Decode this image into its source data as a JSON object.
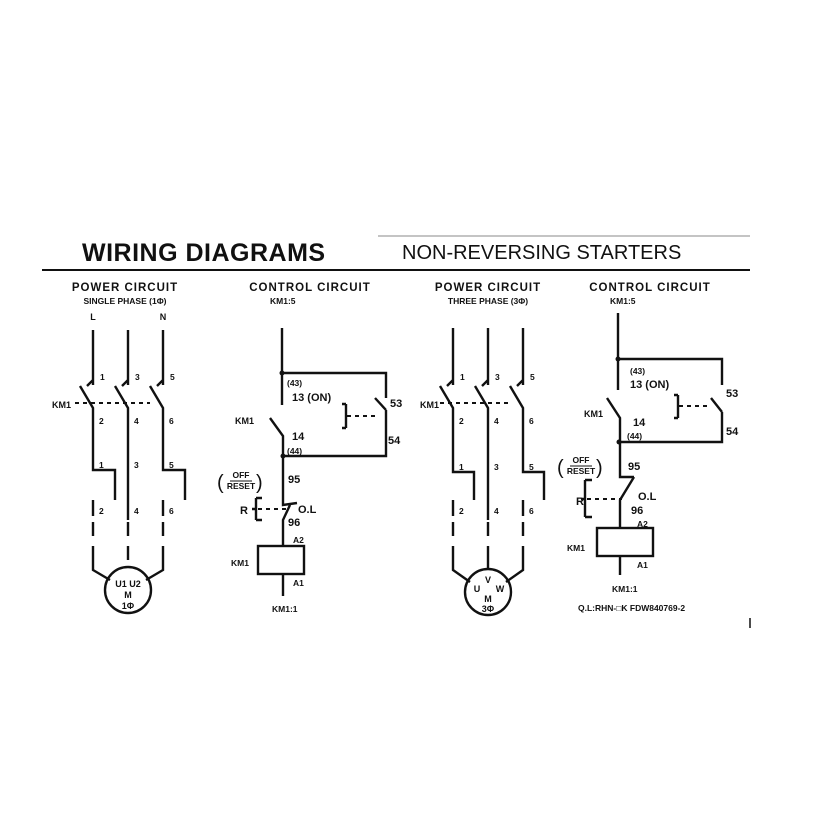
{
  "title": "WIRING DIAGRAMS",
  "subtitle": "NON-REVERSING STARTERS",
  "panels": {
    "power1": {
      "heading": "POWER CIRCUIT",
      "phase": "SINGLE PHASE (1Φ)",
      "left": "L",
      "right": "N",
      "contactor": "KM1",
      "top_terminals": [
        "1",
        "3",
        "5"
      ],
      "mid_terminals": [
        "2",
        "4",
        "6"
      ],
      "ol_top": [
        "1",
        "3",
        "5"
      ],
      "ol_bottom": [
        "2",
        "4",
        "6"
      ],
      "motor": {
        "line1": "U1 U2",
        "line2": "M",
        "line3": "1Φ"
      }
    },
    "control1": {
      "heading": "CONTROL CIRCUIT",
      "supply": "KM1:5",
      "aux_top": "(43)",
      "on_label": "13 (ON)",
      "t53": "53",
      "t54": "54",
      "contactor": "KM1",
      "t14": "14",
      "aux_bottom": "(44)",
      "off_top": "OFF",
      "off_bottom": "RESET",
      "reset": "R",
      "t95": "95",
      "ol": "O.L",
      "t96": "96",
      "a2": "A2",
      "coil": "KM1",
      "a1": "A1",
      "return": "KM1:1"
    },
    "power3": {
      "heading": "POWER CIRCUIT",
      "phase": "THREE PHASE (3Φ)",
      "contactor": "KM1",
      "top_terminals": [
        "1",
        "3",
        "5"
      ],
      "mid_terminals": [
        "2",
        "4",
        "6"
      ],
      "ol_top": [
        "1",
        "3",
        "5"
      ],
      "ol_bottom": [
        "2",
        "4",
        "6"
      ],
      "motor": {
        "u": "U",
        "v": "V",
        "w": "W",
        "m": "M",
        "phase": "3Φ"
      }
    },
    "control3": {
      "heading": "CONTROL CIRCUIT",
      "supply": "KM1:5",
      "aux_top": "(43)",
      "on_label": "13 (ON)",
      "t53": "53",
      "t54": "54",
      "contactor": "KM1",
      "t14": "14",
      "aux_bottom": "(44)",
      "off_top": "OFF",
      "off_bottom": "RESET",
      "reset": "R",
      "t95": "95",
      "ol": "O.L",
      "t96": "96",
      "a2": "A2",
      "coil": "KM1",
      "a1": "A1",
      "return": "KM1:1"
    }
  },
  "footnote": "Q.L:RHN-□K  FDW840769-2"
}
